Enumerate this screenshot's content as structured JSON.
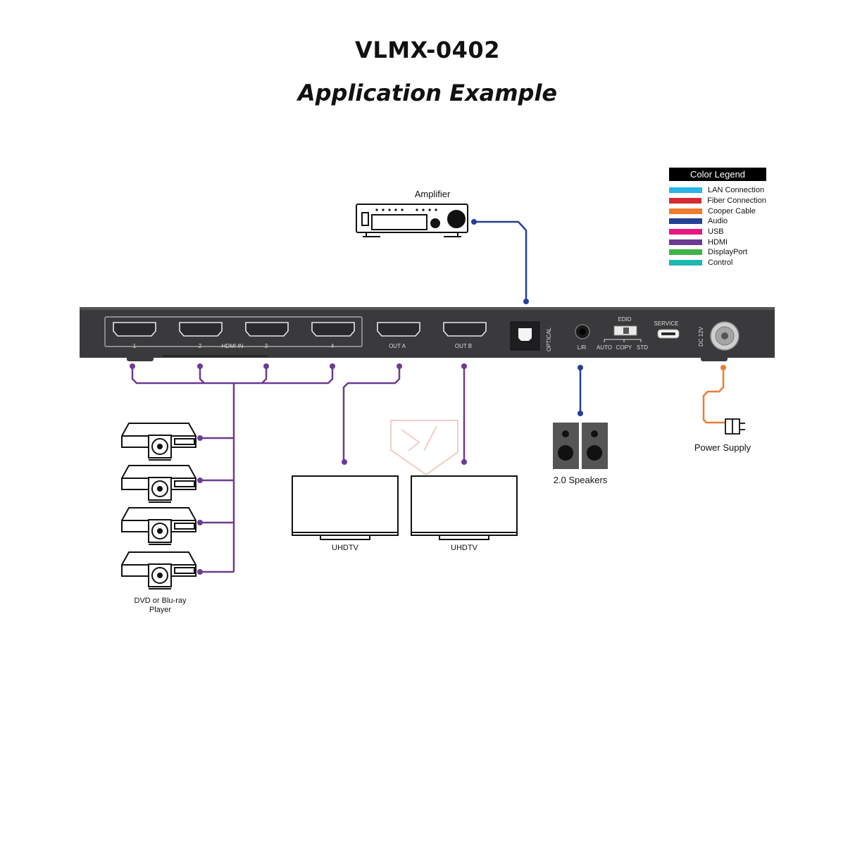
{
  "header": {
    "model": "VLMX-0402",
    "subtitle": "Application Example"
  },
  "legend": {
    "title": "Color Legend",
    "items": [
      {
        "label": "LAN Connection",
        "color": "#29b5e8"
      },
      {
        "label": "Fiber Connection",
        "color": "#d42b33"
      },
      {
        "label": "Cooper Cable",
        "color": "#ef7c2e"
      },
      {
        "label": "Audio",
        "color": "#253f94"
      },
      {
        "label": "USB",
        "color": "#e8177f"
      },
      {
        "label": "HDMI",
        "color": "#6b3b94"
      },
      {
        "label": "DisplayPort",
        "color": "#3fb34a"
      },
      {
        "label": "Control",
        "color": "#1bb7b0"
      }
    ]
  },
  "device": {
    "port_labels": {
      "in1": "1",
      "in2": "2",
      "hdmi_in": "HDMI IN",
      "in3": "3",
      "in4": "4",
      "out_a": "OUT A",
      "out_b": "OUT B",
      "optical": "OPTICAL",
      "lr": "L/R",
      "edid": "EDID",
      "auto": "AUTO",
      "copy": "COPY",
      "std": "STD",
      "service": "SERVICE",
      "dc": "DC 12V"
    }
  },
  "devices": {
    "amplifier": "Amplifier",
    "speakers": "2.0 Speakers",
    "power": "Power Supply",
    "tv_a": "UHDTV",
    "tv_b": "UHDTV",
    "player_line1": "DVD or Blu-ray",
    "player_line2": "Player"
  },
  "colors": {
    "hdmi": "#6b3b94",
    "audio": "#253f94",
    "power": "#ef7c2e",
    "device_body": "#3a3a3c"
  }
}
